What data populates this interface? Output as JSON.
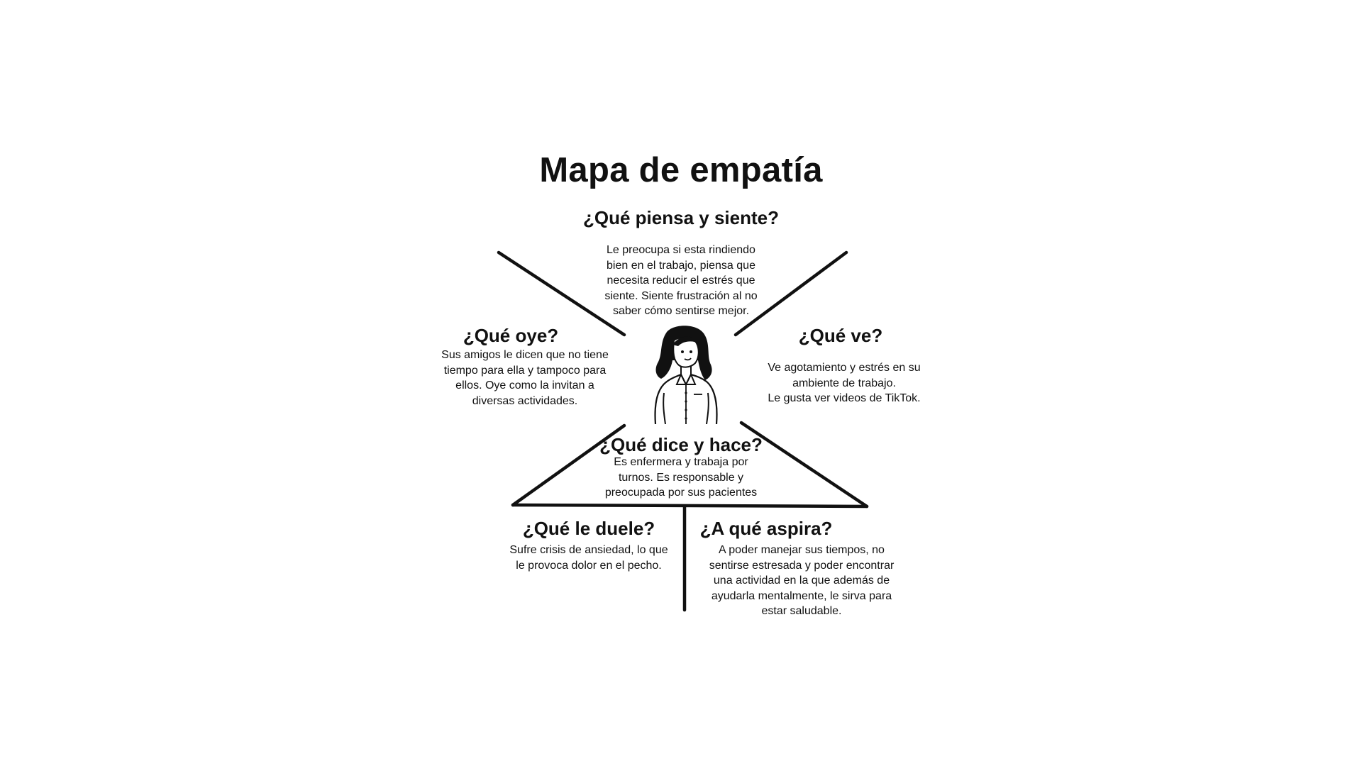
{
  "title": "Mapa de empatía",
  "sections": {
    "piensa": {
      "heading": "¿Qué piensa y siente?",
      "lines": [
        "Le preocupa si esta rindiendo",
        "bien en el trabajo, piensa que",
        "necesita reducir el estrés que",
        "siente. Siente frustración al no",
        "saber cómo sentirse mejor."
      ]
    },
    "oye": {
      "heading": "¿Qué oye?",
      "lines": [
        "Sus amigos le dicen que no tiene",
        "tiempo para ella y tampoco para",
        "ellos. Oye como la invitan a",
        "diversas actividades."
      ]
    },
    "ve": {
      "heading": "¿Qué ve?",
      "lines": [
        "Ve agotamiento y estrés en su",
        "ambiente de trabajo.",
        "Le gusta ver videos de TikTok."
      ]
    },
    "dice": {
      "heading": "¿Qué dice y hace?",
      "lines": [
        "Es enfermera y trabaja por",
        "turnos. Es responsable y",
        "preocupada por sus pacientes"
      ]
    },
    "duele": {
      "heading": "¿Qué le duele?",
      "lines": [
        "Sufre crisis de ansiedad, lo que",
        "le provoca dolor en el pecho."
      ]
    },
    "aspira": {
      "heading": "¿A qué aspira?",
      "lines": [
        "A poder manejar sus tiempos, no",
        "sentirse estresada y poder encontrar",
        "una actividad en la que además de",
        "ayudarla mentalmente, le sirva para",
        "estar saludable."
      ]
    }
  },
  "colors": {
    "ink": "#111111",
    "background": "#ffffff"
  },
  "illustration": "woman-avatar-icon"
}
